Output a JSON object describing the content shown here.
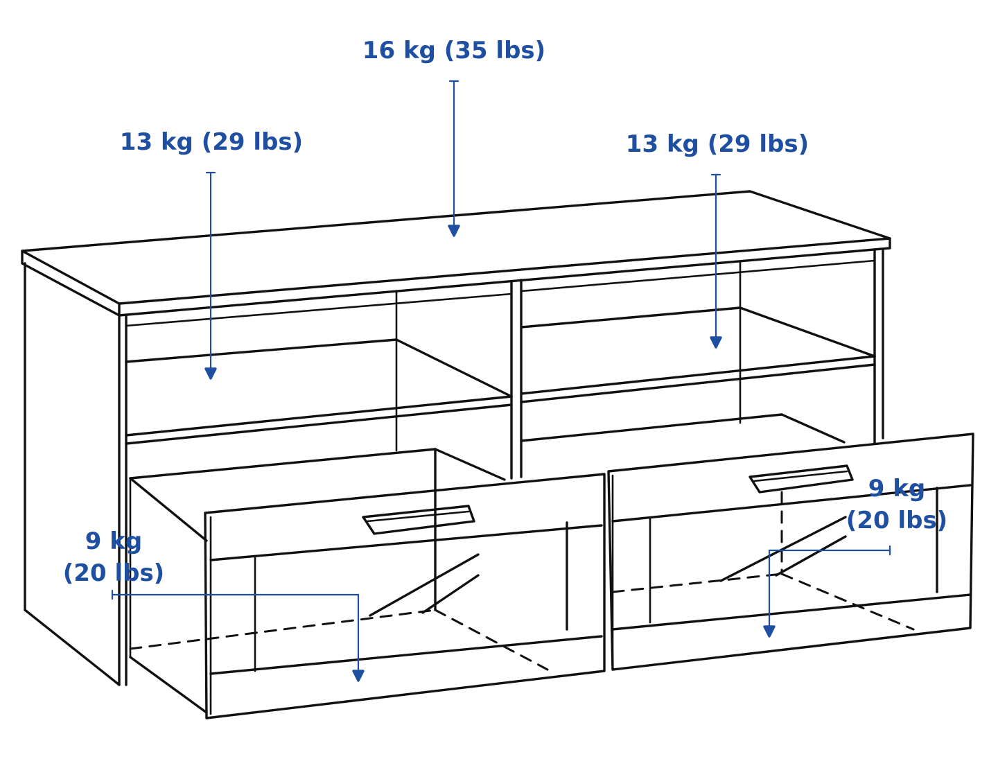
{
  "colors": {
    "annotation": "#1f4fa0",
    "drawing": "#111111",
    "background": "#ffffff"
  },
  "labels": {
    "top": {
      "line1": "16 kg (35 lbs)"
    },
    "shelf_left": {
      "line1": "13 kg (29 lbs)"
    },
    "shelf_right": {
      "line1": "13 kg (29 lbs)"
    },
    "drawer_left": {
      "line1": "9 kg",
      "line2": "(20 lbs)"
    },
    "drawer_right": {
      "line1": "9 kg",
      "line2": "(20 lbs)"
    }
  }
}
